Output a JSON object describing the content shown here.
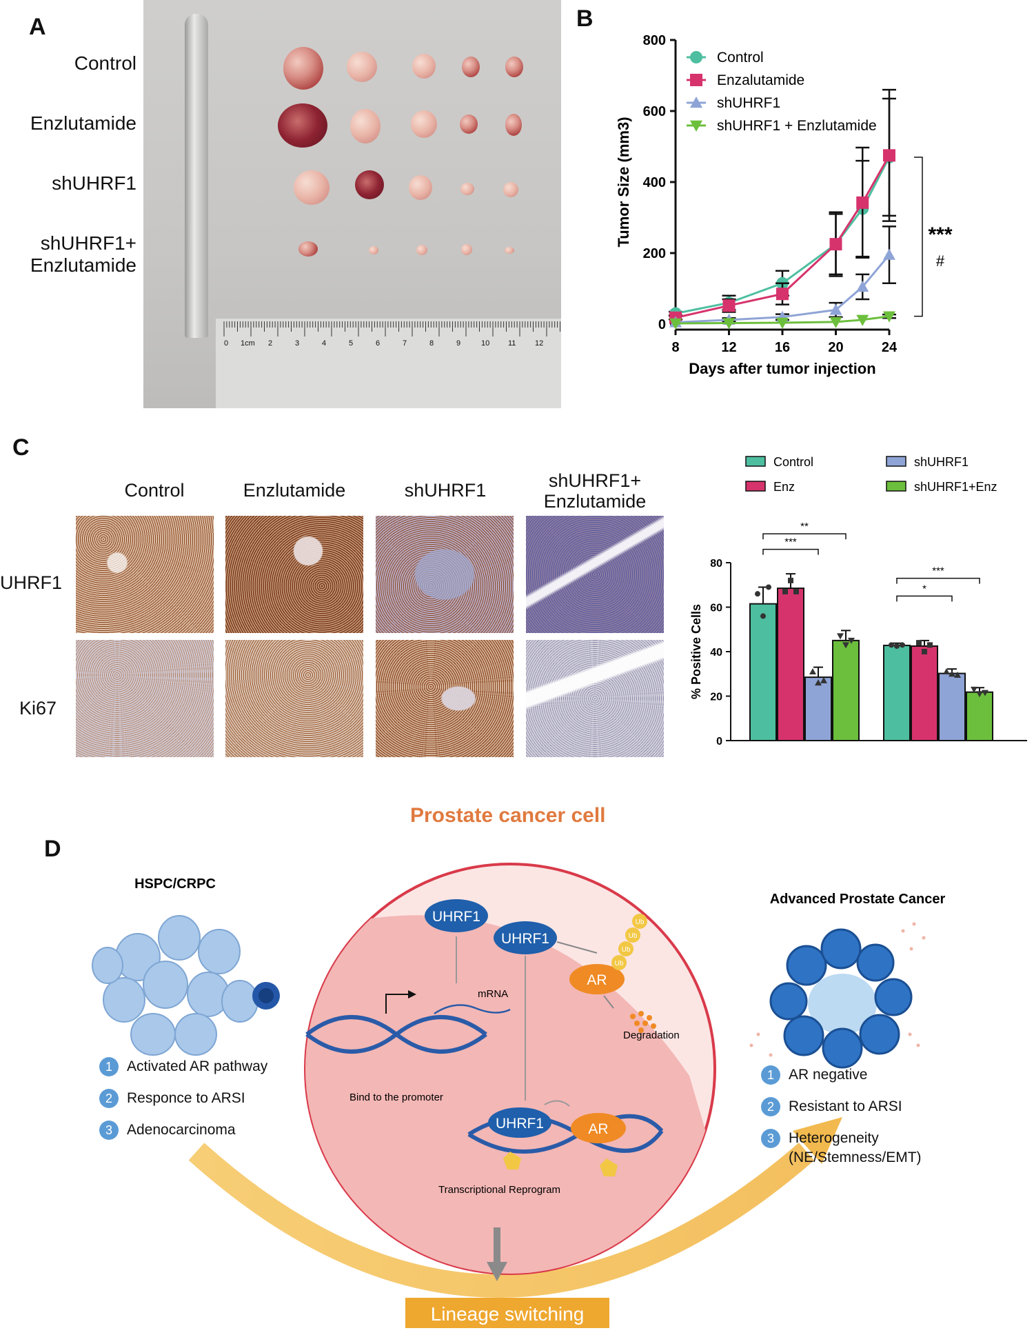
{
  "panelA": {
    "letter": "A",
    "rows": [
      "Control",
      "Enzlutamide",
      "shUHRF1",
      "shUHRF1+",
      "Enzlutamide"
    ],
    "ruler_cm": "1cm",
    "ruler_ticks": [
      "0",
      "2",
      "3",
      "4",
      "5",
      "6",
      "7",
      "8",
      "9",
      "10",
      "11",
      "12",
      "1"
    ]
  },
  "panelB": {
    "letter": "B",
    "significance": [
      "***",
      "#"
    ]
  },
  "panelC": {
    "letter": "C",
    "columns": [
      "Control",
      "Enzlutamide",
      "shUHRF1",
      "shUHRF1+",
      "Enzlutamide"
    ],
    "rows": [
      "UHRF1",
      "Ki67"
    ]
  },
  "panelD": {
    "letter": "D",
    "title": "Prostate cancer cell",
    "left_title": "HSPC/CRPC",
    "left_items": [
      "Activated AR pathway",
      "Responce to ARSI",
      "Adenocarcinoma"
    ],
    "right_title": "Advanced Prostate Cancer",
    "right_items": [
      "AR negative",
      "Resistant to ARSI",
      "Heterogeneity",
      "(NE/Stemness/EMT)"
    ],
    "nums": [
      "1",
      "2",
      "3"
    ],
    "uhrf1": "UHRF1",
    "ar": "AR",
    "ub": "Ub",
    "mrna": "mRNA",
    "degradation": "Degradation",
    "bind": "Bind to the promoter",
    "reprogram": "Transcriptional Reprogram",
    "switching": "Lineage switching"
  },
  "chart_data": [
    {
      "type": "line",
      "x": [
        8,
        12,
        16,
        20,
        22,
        24
      ],
      "xlabel": "Days after tumor injection",
      "ylabel": "Tumor Size (mm3)",
      "xticks": [
        "8",
        "12",
        "16",
        "20",
        "24"
      ],
      "yticks": [
        "0",
        "200",
        "400",
        "600",
        "800"
      ],
      "xlim": [
        8,
        24
      ],
      "ylim": [
        0,
        800
      ],
      "legend_position": "top-left",
      "series": [
        {
          "name": "Control",
          "values": [
            30,
            60,
            115,
            225,
            325,
            470
          ],
          "errors": [
            5,
            20,
            35,
            85,
            135,
            165
          ],
          "color": "#4dbfa0",
          "marker": "circle"
        },
        {
          "name": "Enzalutamide",
          "values": [
            18,
            52,
            85,
            225,
            342,
            475
          ],
          "errors": [
            5,
            18,
            30,
            90,
            155,
            185
          ],
          "color": "#d6336c",
          "marker": "square"
        },
        {
          "name": "shUHRF1",
          "values": [
            5,
            12,
            20,
            40,
            105,
            195
          ],
          "errors": [
            2,
            5,
            8,
            20,
            35,
            80
          ],
          "color": "#8fa4d6",
          "marker": "triangle-up"
        },
        {
          "name": "shUHRF1 + Enzlutamide",
          "values": [
            2,
            3,
            4,
            6,
            12,
            22
          ],
          "errors": [
            1,
            1,
            1,
            2,
            3,
            5
          ],
          "color": "#6cbf3c",
          "marker": "triangle-down"
        }
      ]
    },
    {
      "type": "bar",
      "categories": [
        "UHRF1",
        "Ki67"
      ],
      "ylabel": "% Positive Cells",
      "yticks": [
        "0",
        "20",
        "40",
        "60",
        "80"
      ],
      "ylim": [
        0,
        80
      ],
      "legend_position": "top",
      "series": [
        {
          "name": "Control",
          "values": [
            61.5,
            42.8
          ],
          "errors": [
            7.5,
            1.0
          ],
          "points": [
            [
              66,
              56,
              69
            ],
            [
              43,
              42.5,
              43
            ]
          ],
          "color": "#4dbfa0"
        },
        {
          "name": "Enz",
          "values": [
            68.5,
            42.5
          ],
          "errors": [
            6.5,
            2.5
          ],
          "points": [
            [
              67,
              72,
              67
            ],
            [
              44,
              40,
              43
            ]
          ],
          "color": "#d6336c"
        },
        {
          "name": "shUHRF1",
          "values": [
            28.5,
            30.2
          ],
          "errors": [
            4.5,
            2.0
          ],
          "points": [
            [
              31,
              26,
              27
            ],
            [
              31,
              30,
              29.5
            ]
          ],
          "color": "#8fa4d6"
        },
        {
          "name": "shUHRF1+Enz",
          "values": [
            45.0,
            21.8
          ],
          "errors": [
            4.5,
            2.0
          ],
          "points": [
            [
              47,
              43,
              45
            ],
            [
              23,
              21,
              21.5
            ]
          ],
          "color": "#6cbf3c"
        }
      ],
      "significance": [
        {
          "group": "UHRF1",
          "from": "Control",
          "to": "shUHRF1",
          "label": "***"
        },
        {
          "group": "UHRF1",
          "from": "Control",
          "to": "shUHRF1+Enz",
          "label": "**"
        },
        {
          "group": "Ki67",
          "from": "Control",
          "to": "shUHRF1",
          "label": "*"
        },
        {
          "group": "Ki67",
          "from": "Control",
          "to": "shUHRF1+Enz",
          "label": "***"
        }
      ]
    }
  ]
}
